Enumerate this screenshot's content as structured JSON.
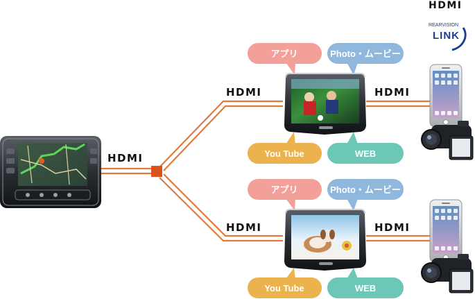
{
  "logos": {
    "hdmi_top": "HDMI",
    "rearvision_small": "REARVISION",
    "rearvision_big": "LINK"
  },
  "hub_label": "HDMI",
  "rows": [
    {
      "left_label": "HDMI",
      "right_label": "HDMI",
      "bubbles": {
        "app": "アプリ",
        "photo": "Photo・ムービー",
        "youtube": "You Tube",
        "web": "WEB"
      }
    },
    {
      "left_label": "HDMI",
      "right_label": "HDMI",
      "bubbles": {
        "app": "アプリ",
        "photo": "Photo・ムービー",
        "youtube": "You Tube",
        "web": "WEB"
      }
    }
  ],
  "colors": {
    "cable": "#e07a3c",
    "hub": "#d9541c",
    "bubble_app": "#f4a09a",
    "bubble_photo": "#8fb8dc",
    "bubble_youtube": "#ecb24e",
    "bubble_web": "#6cc7b6"
  },
  "icons": [
    "car-navigation-unit-icon",
    "rear-monitor-icon",
    "smartphone-icon",
    "video-camera-icon",
    "hub-connector-icon"
  ]
}
